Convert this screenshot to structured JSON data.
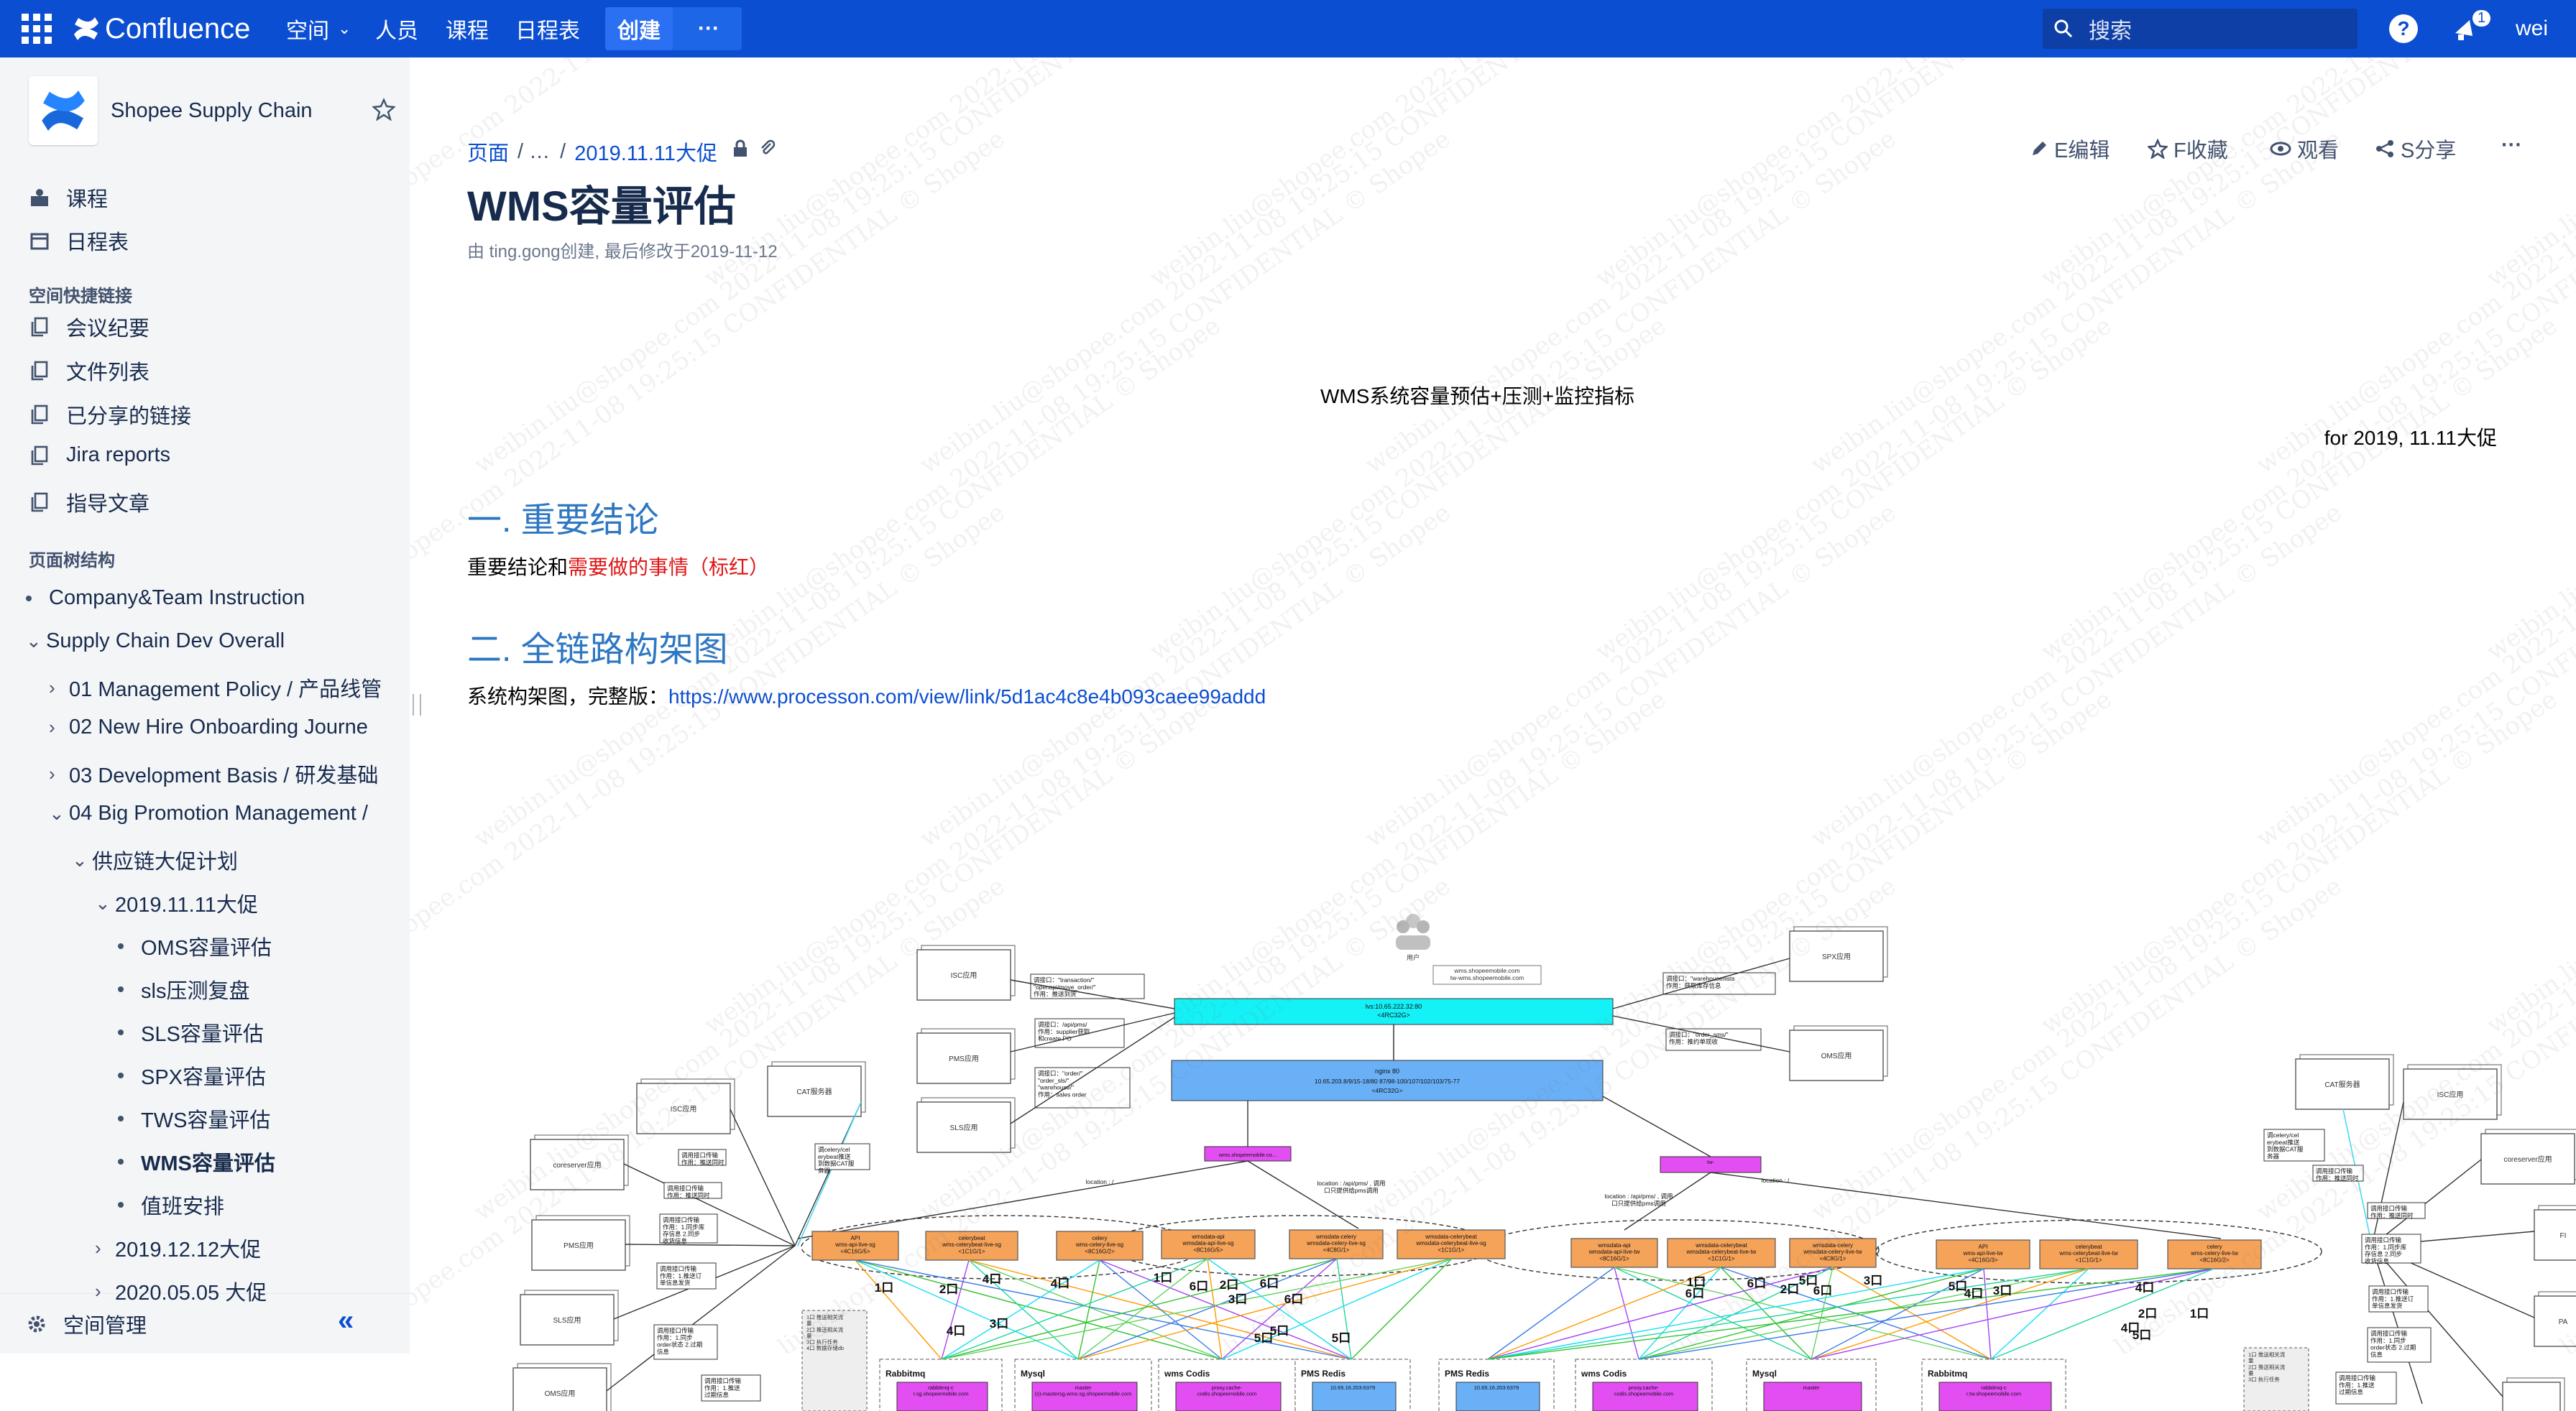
{
  "topbar": {
    "brand": "Confluence",
    "nav": [
      "空间",
      "人员",
      "课程",
      "日程表"
    ],
    "create_label": "创建",
    "more_label": "···",
    "search_placeholder": "搜索",
    "notification_count": "1",
    "user": "wei"
  },
  "sidebar": {
    "space_name": "Shopee Supply Chain",
    "top_items": [
      "课程",
      "日程表"
    ],
    "quick_links_header": "空间快捷链接",
    "quick_links": [
      "会议纪要",
      "文件列表",
      "已分享的链接",
      "Jira reports",
      "指导文章"
    ],
    "tree_header": "页面树结构",
    "tree": [
      {
        "label": "Company&Team Instruction",
        "level": 0,
        "marker": "dot"
      },
      {
        "label": "Supply Chain Dev Overall",
        "level": 0,
        "marker": "open"
      },
      {
        "label": "01 Management Policy / 产品线管",
        "level": 1,
        "marker": "closed"
      },
      {
        "label": "02 New Hire Onboarding Journe",
        "level": 1,
        "marker": "closed"
      },
      {
        "label": "03 Development Basis / 研发基础",
        "level": 1,
        "marker": "closed"
      },
      {
        "label": "04 Big Promotion Management /",
        "level": 1,
        "marker": "open"
      },
      {
        "label": "供应链大促计划",
        "level": 2,
        "marker": "open"
      },
      {
        "label": "2019.11.11大促",
        "level": 3,
        "marker": "open"
      },
      {
        "label": "OMS容量评估",
        "level": 4,
        "marker": "dot"
      },
      {
        "label": "sls压测复盘",
        "level": 4,
        "marker": "dot"
      },
      {
        "label": "SLS容量评估",
        "level": 4,
        "marker": "dot"
      },
      {
        "label": "SPX容量评估",
        "level": 4,
        "marker": "dot"
      },
      {
        "label": "TWS容量评估",
        "level": 4,
        "marker": "dot"
      },
      {
        "label": "WMS容量评估",
        "level": 4,
        "marker": "dot",
        "active": true
      },
      {
        "label": "值班安排",
        "level": 4,
        "marker": "dot"
      },
      {
        "label": "2019.12.12大促",
        "level": 3,
        "marker": "closed"
      },
      {
        "label": "2020.05.05 大促",
        "level": 3,
        "marker": "closed"
      }
    ],
    "space_admin": "空间管理",
    "collapse_label": "«"
  },
  "page": {
    "breadcrumb": [
      "页面",
      "/ …",
      "/",
      "2019.11.11大促"
    ],
    "actions": [
      "E编辑",
      "F收藏",
      "观看",
      "S分享",
      "···"
    ],
    "title": "WMS容量评估",
    "byline": "由 ting.gong创建, 最后修改于2019-11-12",
    "heading_center": "WMS系统容量预估+压测+监控指标",
    "subheading_right": "for  2019, 11.11大促",
    "section1_title": "一.  重要结论",
    "section1_text_a": "重要结论和",
    "section1_text_b": "需要做的事情（标红）",
    "section2_title": "二.  全链路构架图",
    "section2_text": "系统构架图，完整版：",
    "section2_link": "https://www.processon.com/view/link/5d1ac4c8e4b093caee99addd"
  },
  "watermark": "weibin.liu@shopee.com 2022-11-08 19:25:15  CONFIDENTIAL © Shopee",
  "diagram": {
    "user": "用户",
    "nginx_top": "lvs:10.65.222.32:80",
    "nginx_top2": "<4RC32G>",
    "nginx": "nginx 80",
    "nginx2": "10.65.203.8/9/15-18/80 87/98-100/107/102/103/75-77",
    "nginx3": "<4RC32G>",
    "domain_label": "wms.shopeemobile.com\ntw-wms.shopeemobile.com",
    "location_left": "location : /",
    "location_mid_left": "location : /api/pms/ , 调用\n口只提供给pms调用",
    "location_mid_right": "location : /api/pms/ , 调用\n口只提供给pms调用",
    "location_right": "location : /",
    "left_apps": [
      "ISC应用",
      "PMS应用",
      "SLS应用"
    ],
    "far_left_apps": [
      "ISC应用",
      "CAT服务器",
      "coreserver应用",
      "PMS应用",
      "SLS应用",
      "OMS应用"
    ],
    "right_apps": [
      "SPX应用",
      "OMS应用"
    ],
    "far_right_apps": [
      "CAT服务器",
      "ISC应用",
      "coreserver应用"
    ],
    "left_group_services": [
      "API\nwms-api-live-sg\n<4C16G/5>",
      "celerybeat\nwms-celerybeat-live-sg\n<1C1G/1>",
      "celery\nwms-celery-live-sg\n<8C16G/2>"
    ],
    "left_mid_services": [
      "wmsdata-api\nwmsdata-api-live-sg\n<8C16G/5>",
      "wmsdata-celery\nwmsdata-celery-live-sg\n<4C8G/1>",
      "wmsdata-celerybeat\nwmsdata-celerybeat-live-sg\n<1C1G/1>"
    ],
    "right_mid_services": [
      "wmsdata-api\nwmsdata-api-live-tw\n<8C16G/1>",
      "wmsdata-celerybeat\nwmsdata-celerybeat-live-tw\n<1C1G/1>",
      "wmsdata-celery\nwmsdata-celery-live-tw\n<4C8G/1>"
    ],
    "right_group_services": [
      "API\nwms-api-live-tw\n<4C16G/3>",
      "celerybeat\nwms-celerybeat-live-tw\n<1C1G/1>",
      "celery\nwms-celery-live-tw\n<8C16G/2>"
    ],
    "storage": [
      "Rabbitmq",
      "Mysql",
      "wms Codis",
      "PMS Redis",
      "PMS Redis",
      "wms Codis",
      "Mysql",
      "Rabbitmq"
    ],
    "storage_sub": [
      "rabbitmq-c\nr.sg.shopeemobile.com",
      "master\n(s)-mastersg.wms.sg.shopeemobile.com",
      "proxy.cache-\ncodis.shopeemobile.com",
      "10.65.16.203:6379",
      "10.65.16.203:6379",
      "proxy.cache-\ncodis.shopeemobile.com",
      "master",
      "rabbitmq-c\nr.tw.shopeemobile.com"
    ],
    "labels_left": [
      "1口",
      "2口",
      "4口",
      "3口",
      "4口",
      "4口",
      "1口",
      "6口",
      "2口",
      "3口",
      "6口",
      "6口",
      "5口",
      "5口",
      "5口"
    ],
    "labels_right": [
      "6口",
      "1口",
      "6口",
      "2口",
      "5口",
      "6口",
      "3口",
      "5口",
      "4口",
      "3口",
      "4口",
      "2口",
      "5口",
      "4口",
      "1口"
    ],
    "notes": [
      "调接口：\"transaction/\"\n\"openapi/move_order/\"\n作用：推送到货",
      "调接口：/api/pms/\n作用：supplier获取\n和create PO",
      "调接口：\"order/\"\n\"order_sls/\"\n\"warehouse/\"\n作用：sales order",
      "调接口：\"warehouse/lists\n作用：获取库存信息",
      "调接口：\"order_sms/\"\n作用：推约单现收"
    ]
  }
}
